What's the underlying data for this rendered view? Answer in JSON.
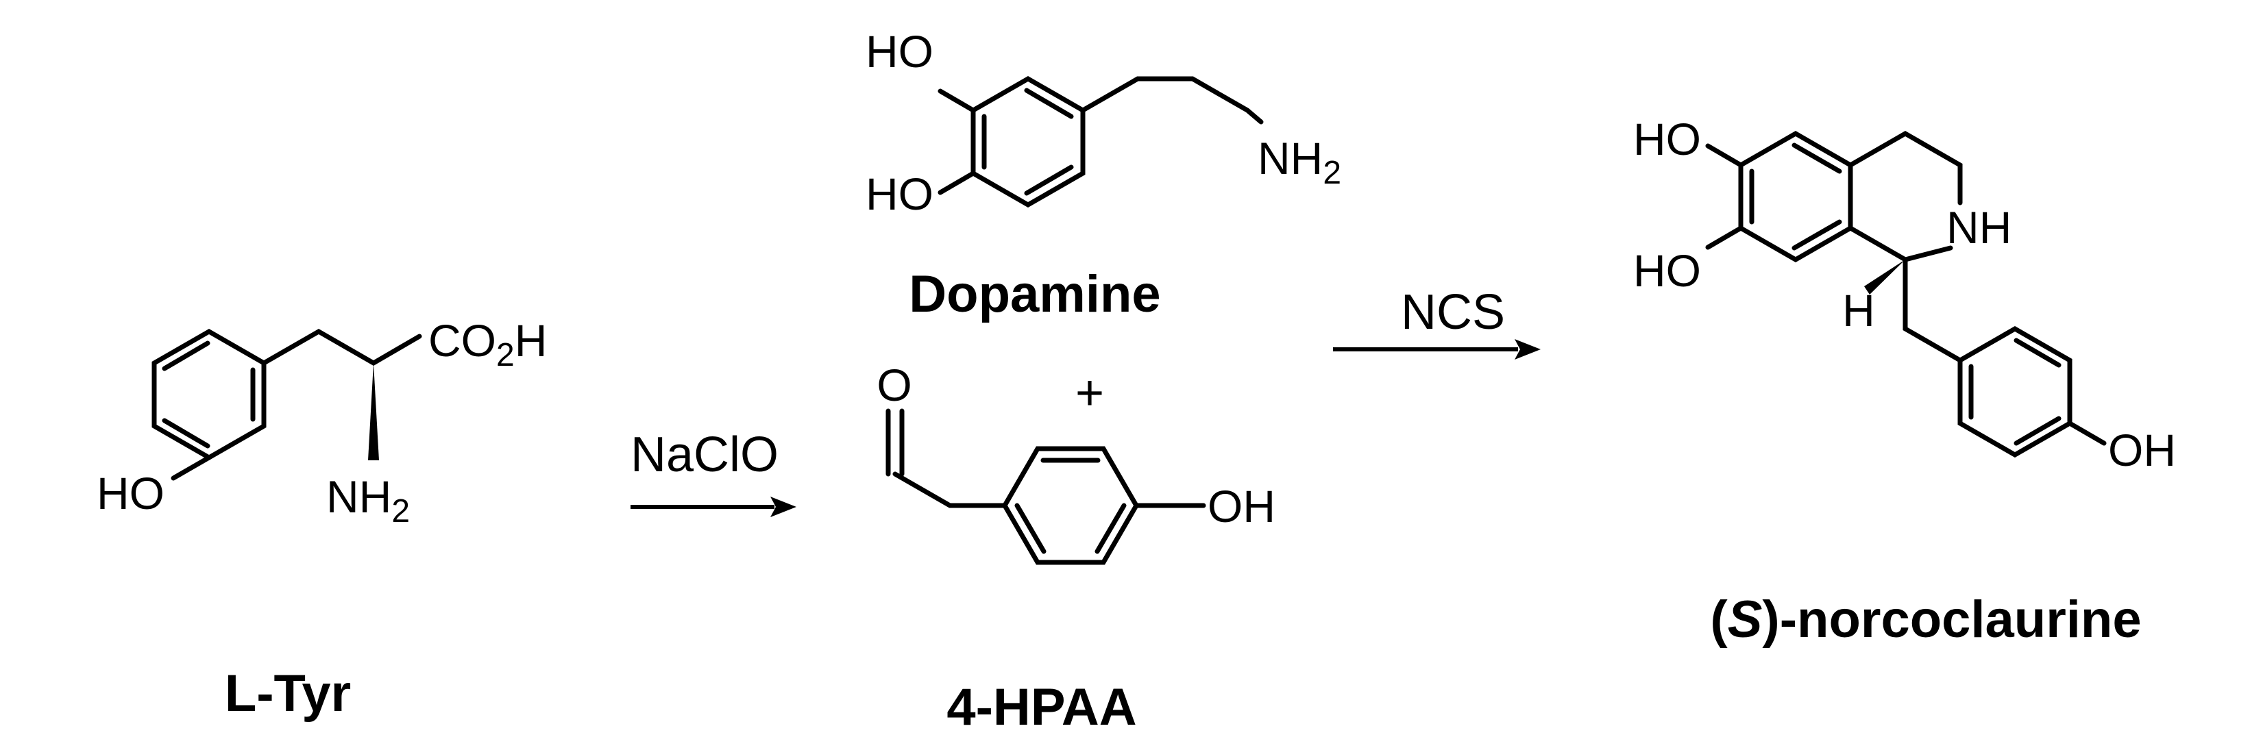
{
  "compounds": {
    "ltyr": {
      "name": "L-Tyr",
      "labels": {
        "ho": "HO",
        "co2h_a": "CO",
        "co2h_sub": "2",
        "co2h_b": "H",
        "nh2_a": "NH",
        "nh2_sub": "2"
      }
    },
    "dopamine": {
      "name": "Dopamine",
      "labels": {
        "ho_top": "HO",
        "ho_bottom": "HO",
        "nh2_a": "NH",
        "nh2_sub": "2"
      }
    },
    "hpaa": {
      "name": "4-HPAA",
      "labels": {
        "o": "O",
        "oh": "OH"
      }
    },
    "norcoclaurine": {
      "name_prefix": "(",
      "name_stereo": "S",
      "name_suffix": ")-norcoclaurine",
      "labels": {
        "ho_top": "HO",
        "ho_bottom": "HO",
        "nh": "NH",
        "h": "H",
        "oh": "OH"
      }
    }
  },
  "plus": "+",
  "reagents": {
    "step1": "NaClO",
    "step2": "NCS"
  }
}
